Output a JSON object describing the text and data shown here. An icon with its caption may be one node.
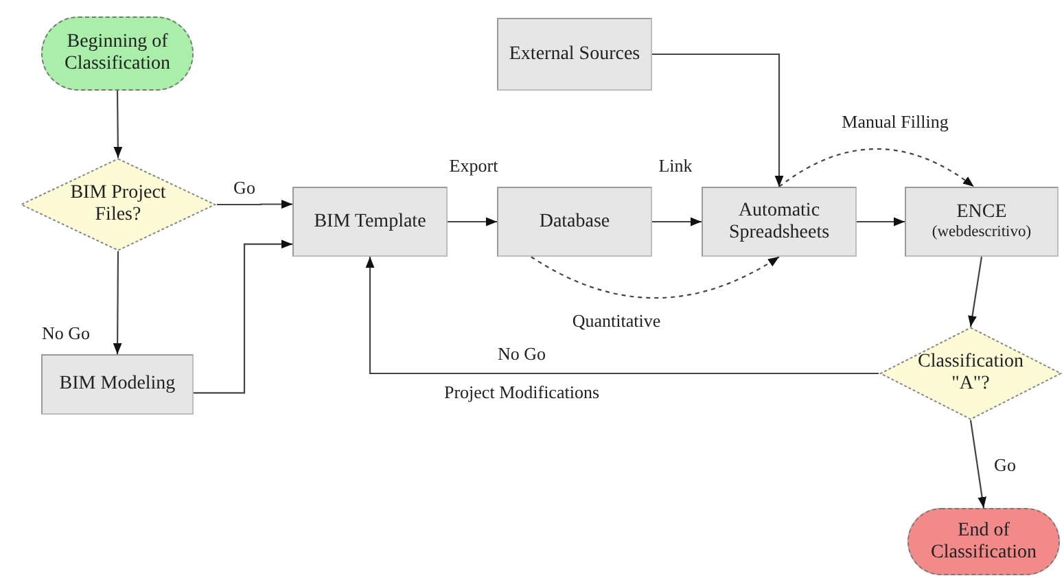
{
  "diagram": {
    "nodes": [
      {
        "text": [
          "Beginning of Classification"
        ]
      },
      {
        "text": [
          "BIM Project Files?"
        ]
      },
      {
        "text": [
          "BIM Template"
        ]
      },
      {
        "text": [
          "Database"
        ]
      },
      {
        "text": [
          "External Sources"
        ]
      },
      {
        "text": [
          "Automatic Spreadsheets"
        ]
      },
      {
        "text": [
          "ENCE",
          "(webdescritivo)"
        ]
      },
      {
        "text": [
          "BIM Modeling"
        ]
      },
      {
        "text": [
          "Classification \"A\"?"
        ]
      },
      {
        "text": [
          "End of Classification"
        ]
      }
    ],
    "edges": [
      {
        "from": 0,
        "to": 1,
        "arrow": "to"
      },
      {
        "from": 1,
        "to": 2,
        "arrow": "to",
        "label": "Go"
      },
      {
        "from": 1,
        "to": 7,
        "arrow": "to",
        "label": "No Go"
      },
      {
        "from": 7,
        "to": 2,
        "arrow": "to"
      },
      {
        "from": 2,
        "to": 3,
        "arrow": "to",
        "label": "Export"
      },
      {
        "from": 3,
        "to": 5,
        "arrow": "to",
        "label": "Link"
      },
      {
        "from": 3,
        "to": 5,
        "arrow": "to",
        "label": "Quantitative",
        "style": "dashed"
      },
      {
        "from": 4,
        "to": 5,
        "arrow": "to"
      },
      {
        "from": 5,
        "to": 6,
        "arrow": "to",
        "label": "Manual Filling",
        "style": "dashed"
      },
      {
        "from": 5,
        "to": 6,
        "arrow": "to"
      },
      {
        "from": 6,
        "to": 8,
        "arrow": "to"
      },
      {
        "from": 8,
        "to": 2,
        "arrow": "to",
        "label": "No Go"
      },
      {
        "from": 8,
        "to": 9,
        "arrow": "to",
        "label": "Go"
      }
    ],
    "labels": [
      "Project Modifications"
    ]
  }
}
